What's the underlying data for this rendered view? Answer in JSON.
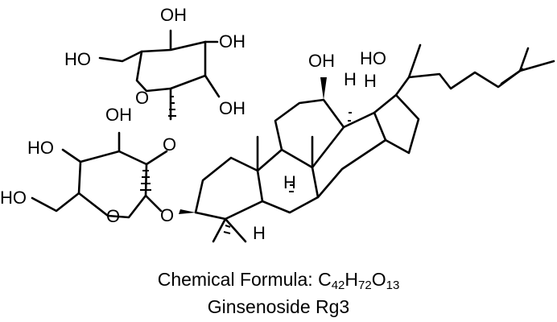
{
  "atom_labels": {
    "a1": "OH",
    "a2": "OH",
    "a3": "HO",
    "a4": "O",
    "a5": "OH",
    "a6": "OH",
    "a7": "O",
    "a8": "HO",
    "a9": "HO",
    "a10": "O",
    "a11": "O",
    "a12": "OH",
    "a13": "HO",
    "a14": "H",
    "a15": "H",
    "a16": "H",
    "a17": "H"
  },
  "formula": {
    "label": "Chemical Formula: ",
    "c": "C",
    "c_n": "42",
    "h": "H",
    "h_n": "72",
    "o": "O",
    "o_n": "13"
  },
  "compound_name": "Ginsenoside Rg3"
}
